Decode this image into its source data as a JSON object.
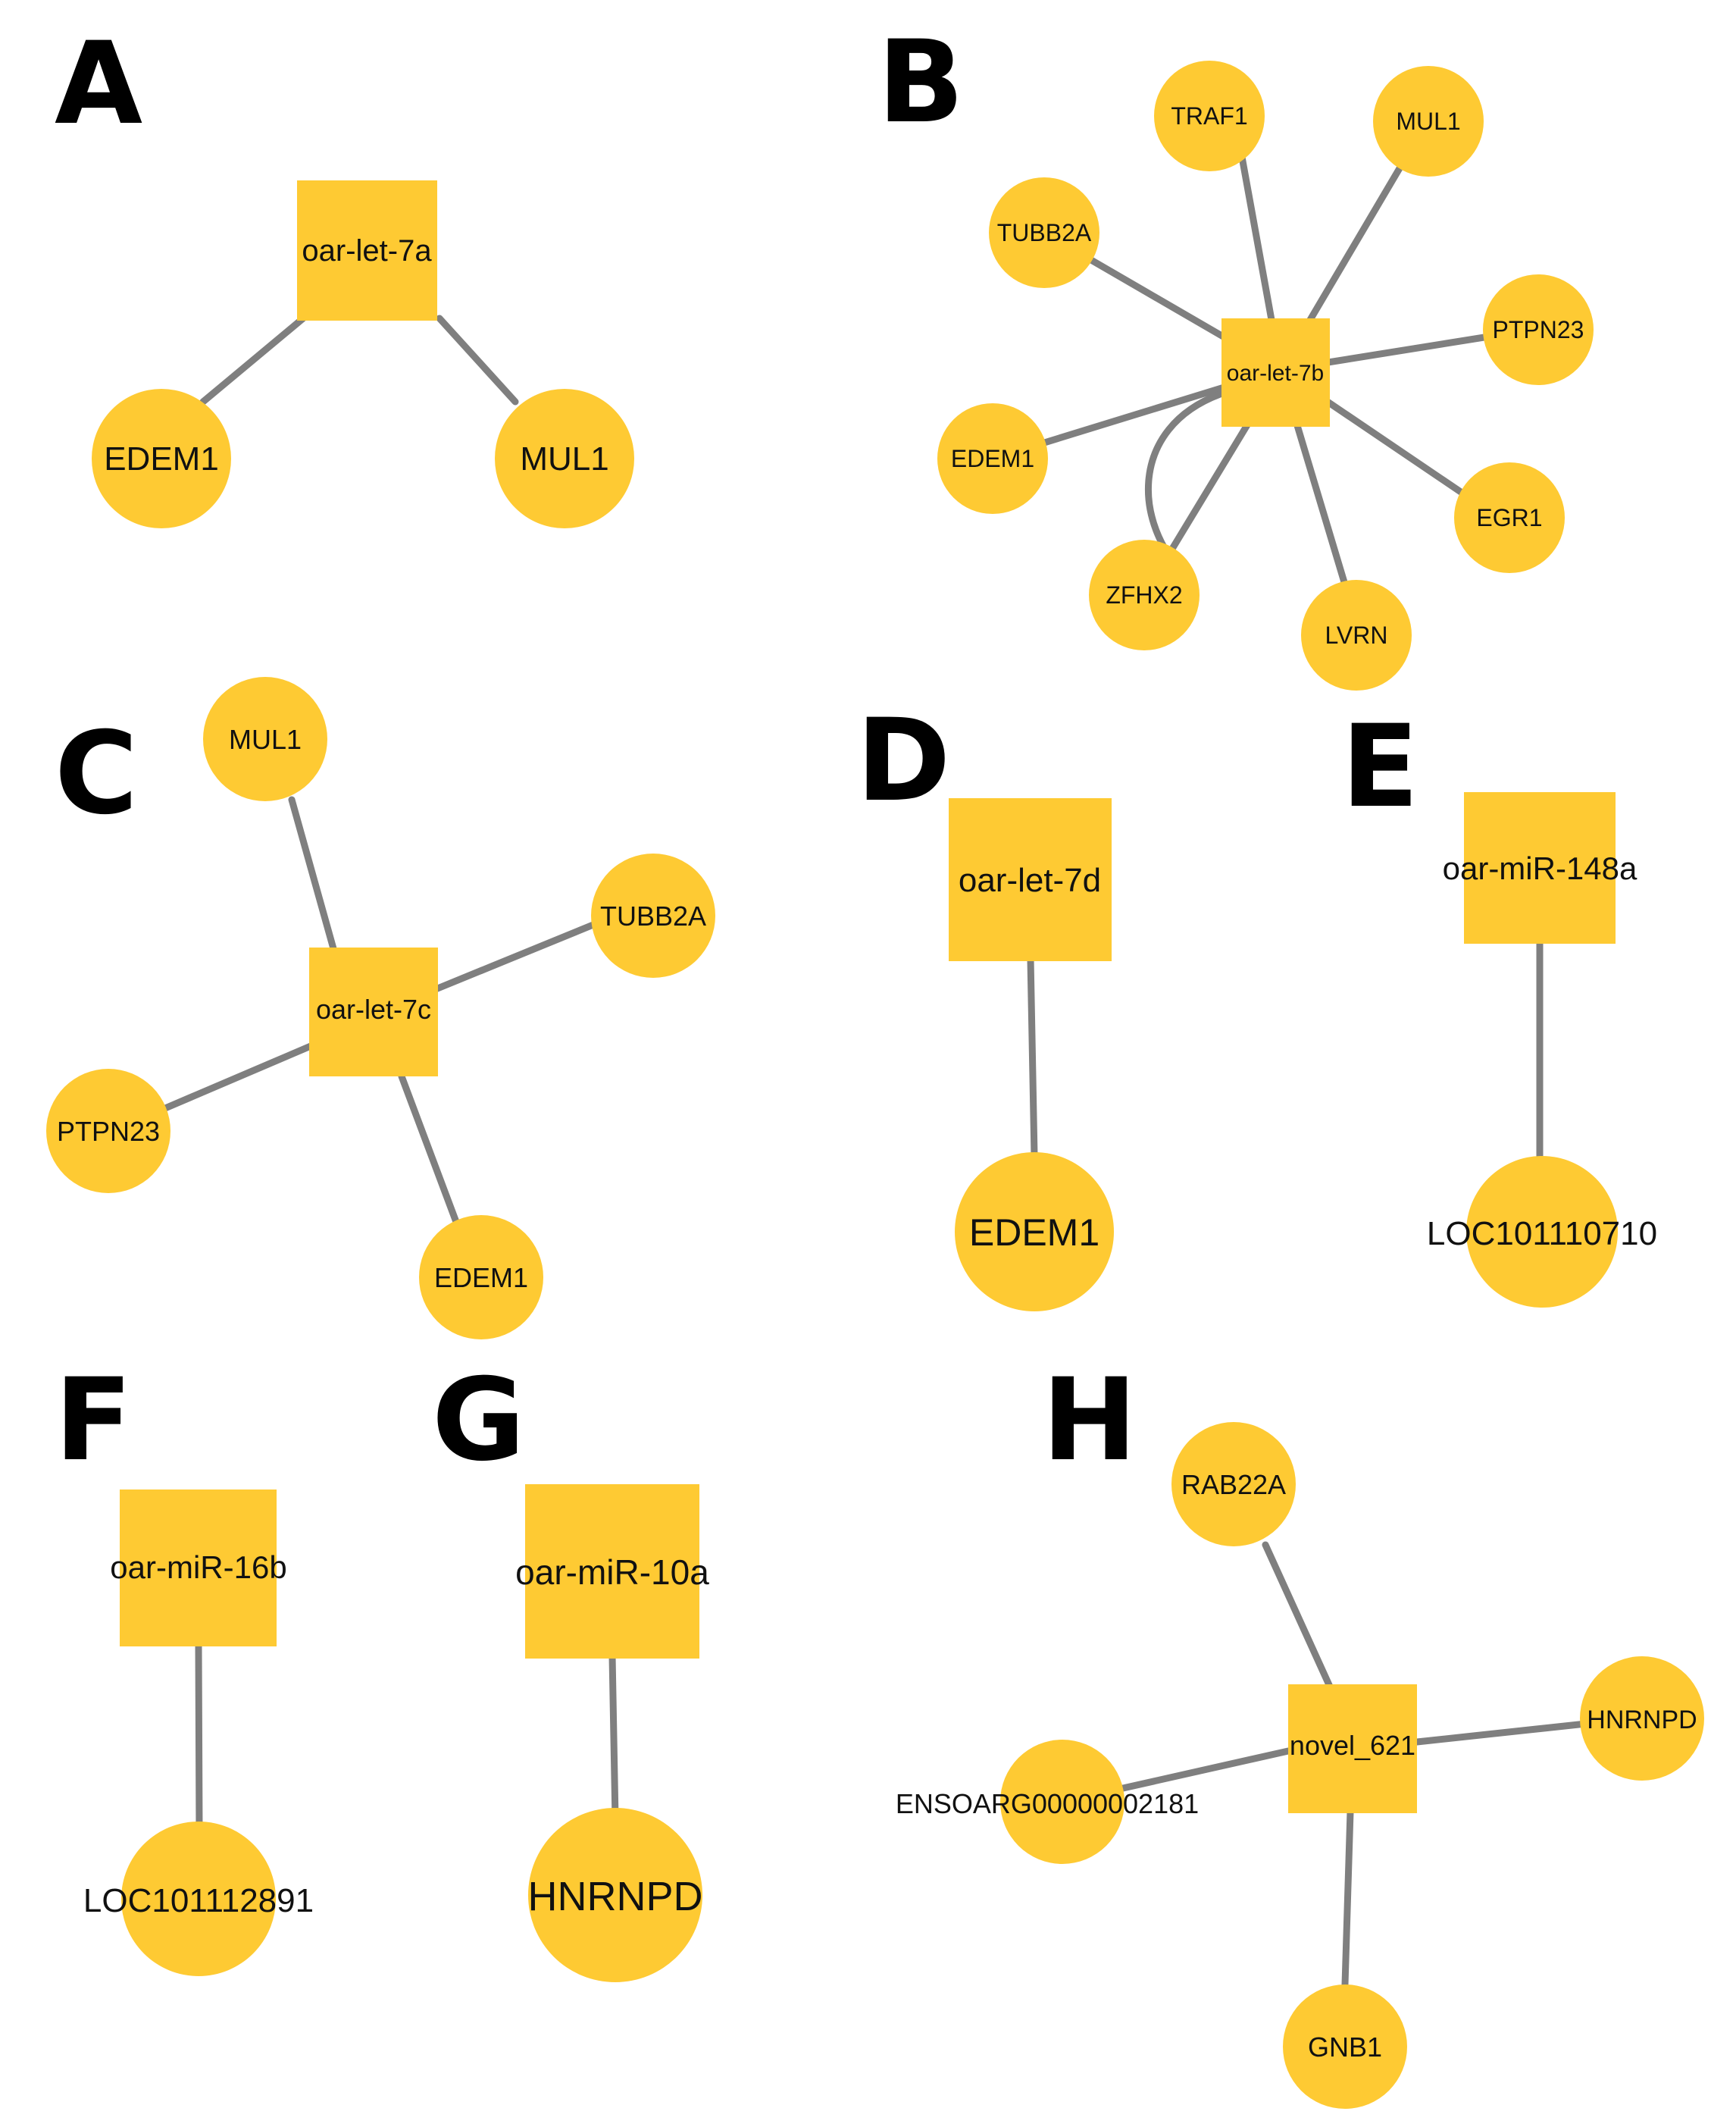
{
  "colors": {
    "node": "#FECA33",
    "edge": "#7F7F7F",
    "text": "#111111",
    "background": "#FFFFFF"
  },
  "panels": [
    {
      "letter": "A",
      "mirna": "oar-let-7a",
      "targets": [
        "EDEM1",
        "MUL1"
      ]
    },
    {
      "letter": "B",
      "mirna": "oar-let-7b",
      "targets": [
        "TRAF1",
        "MUL1",
        "TUBB2A",
        "PTPN23",
        "EDEM1",
        "EGR1",
        "ZFHX2",
        "LVRN"
      ]
    },
    {
      "letter": "C",
      "mirna": "oar-let-7c",
      "targets": [
        "MUL1",
        "TUBB2A",
        "PTPN23",
        "EDEM1"
      ]
    },
    {
      "letter": "D",
      "mirna": "oar-let-7d",
      "targets": [
        "EDEM1"
      ]
    },
    {
      "letter": "E",
      "mirna": "oar-miR-148a",
      "targets": [
        "LOC101110710"
      ]
    },
    {
      "letter": "F",
      "mirna": "oar-miR-16b",
      "targets": [
        "LOC101112891"
      ]
    },
    {
      "letter": "G",
      "mirna": "oar-miR-10a",
      "targets": [
        "HNRNPD"
      ]
    },
    {
      "letter": "H",
      "mirna": "novel_621",
      "targets": [
        "RAB22A",
        "HNRNPD",
        "ENSOARG00000002181",
        "GNB1"
      ]
    }
  ]
}
